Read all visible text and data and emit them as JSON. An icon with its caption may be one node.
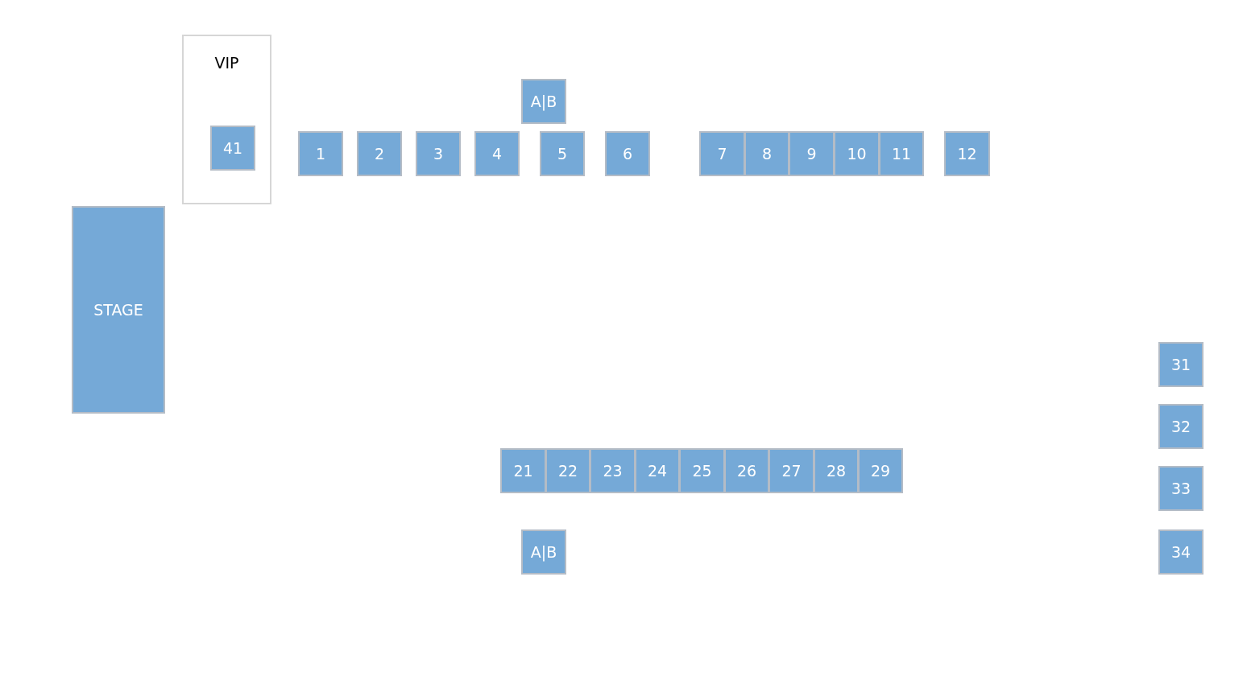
{
  "diagram": {
    "nodes": [
      {
        "text": [
          "VIP"
        ]
      },
      {
        "text": [
          "41"
        ],
        "in": 0
      },
      {
        "text": [
          "A|B"
        ]
      },
      {
        "text": [
          "1"
        ]
      },
      {
        "text": [
          "2"
        ]
      },
      {
        "text": [
          "3"
        ]
      },
      {
        "text": [
          "4"
        ]
      },
      {
        "text": [
          "5"
        ]
      },
      {
        "text": [
          "6"
        ]
      },
      {
        "text": [
          "7"
        ]
      },
      {
        "text": [
          "8"
        ]
      },
      {
        "text": [
          "9"
        ]
      },
      {
        "text": [
          "10"
        ]
      },
      {
        "text": [
          "11"
        ]
      },
      {
        "text": [
          "12"
        ]
      },
      {
        "text": [
          "STAGE"
        ]
      },
      {
        "text": [
          "31"
        ]
      },
      {
        "text": [
          "32"
        ]
      },
      {
        "text": [
          "21"
        ]
      },
      {
        "text": [
          "22"
        ]
      },
      {
        "text": [
          "23"
        ]
      },
      {
        "text": [
          "24"
        ]
      },
      {
        "text": [
          "25"
        ]
      },
      {
        "text": [
          "26"
        ]
      },
      {
        "text": [
          "27"
        ]
      },
      {
        "text": [
          "28"
        ]
      },
      {
        "text": [
          "29"
        ]
      },
      {
        "text": [
          "33"
        ]
      },
      {
        "text": [
          "A|B"
        ]
      },
      {
        "text": [
          "34"
        ]
      }
    ]
  }
}
